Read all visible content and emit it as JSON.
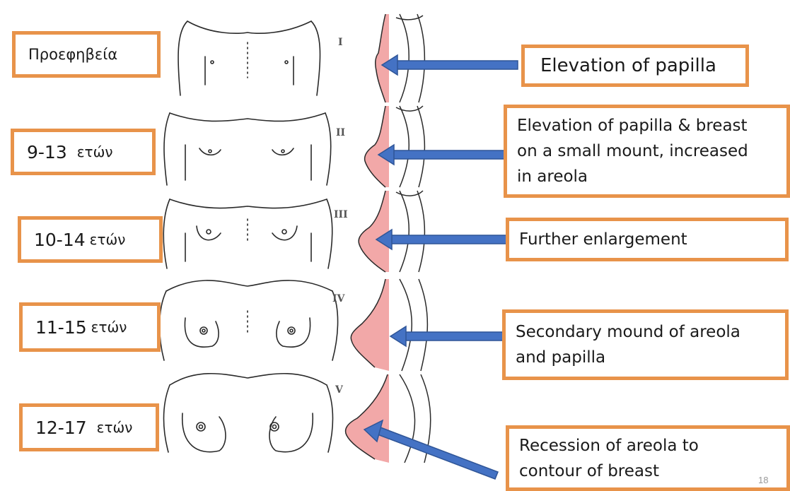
{
  "ages": [
    {
      "num": "Προεφηβεία",
      "unit": ""
    },
    {
      "num": "9-13",
      "unit": "ετών"
    },
    {
      "num": "10-14",
      "unit": "ετών"
    },
    {
      "num": "11-15",
      "unit": "ετών"
    },
    {
      "num": "12-17",
      "unit": "ετών"
    }
  ],
  "stages": [
    {
      "numeral": "I",
      "description": "Elevation of papilla"
    },
    {
      "numeral": "II",
      "description": "Elevation of papilla & breast\non a small mount, increased\nin areola"
    },
    {
      "numeral": "III",
      "description": "Further enlargement"
    },
    {
      "numeral": "IV",
      "description": "Secondary mound of areola\nand papilla"
    },
    {
      "numeral": "V",
      "description": "Recession of areola to\ncontour of breast"
    }
  ],
  "page_number": "18",
  "colors": {
    "box_border": "#e8934a",
    "arrow": "#4472c4",
    "profile_fill": "#f2a8a8",
    "ink": "#2a2a2a"
  }
}
